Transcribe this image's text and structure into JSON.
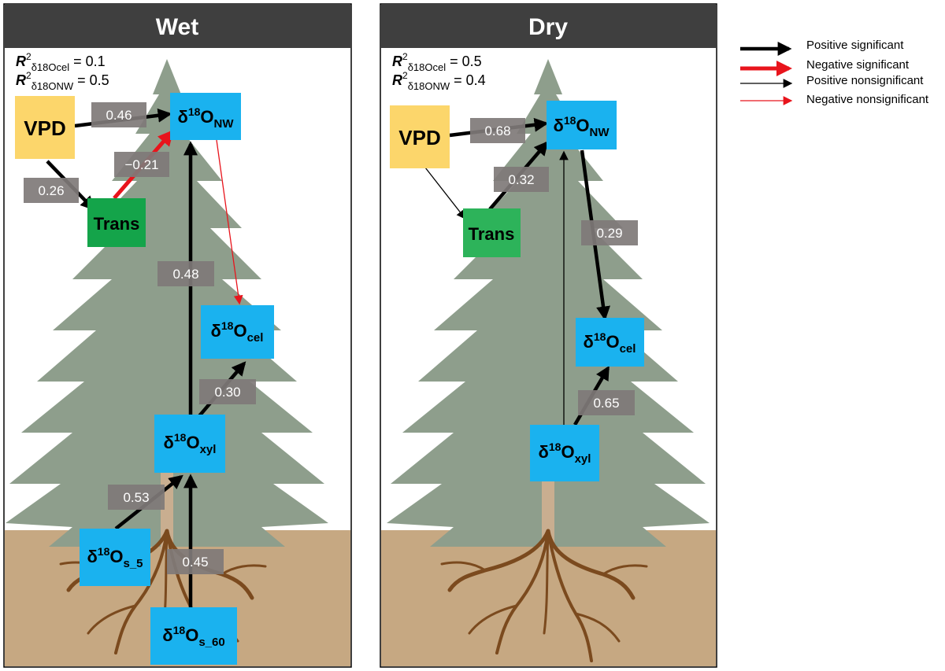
{
  "panels": {
    "wet": {
      "title": "Wet",
      "r2": [
        {
          "letter": "R",
          "sup": "2",
          "sub": "δ18Ocel",
          "value": " = 0.1"
        },
        {
          "letter": "R",
          "sup": "2",
          "sub": "δ18ONW",
          "value": " = 0.5"
        }
      ],
      "boxes": {
        "vpd": "VPD",
        "trans": "Trans",
        "nw": {
          "main": "δ",
          "sup": "18",
          "base": "O",
          "sub": "NW"
        },
        "cel": {
          "main": "δ",
          "sup": "18",
          "base": "O",
          "sub": "cel"
        },
        "xyl": {
          "main": "δ",
          "sup": "18",
          "base": "O",
          "sub": "xyl"
        },
        "s5": {
          "main": "δ",
          "sup": "18",
          "base": "O",
          "sub": "s_5"
        },
        "s60": {
          "main": "δ",
          "sup": "18",
          "base": "O",
          "sub": "s_60"
        }
      },
      "coefficients": {
        "vpd_nw": "0.46",
        "trans_nw": "−0.21",
        "vpd_trans": "0.26",
        "xyl_nw": "0.48",
        "xyl_cel": "0.30",
        "s5_xyl": "0.53",
        "s60_xyl": "0.45"
      }
    },
    "dry": {
      "title": "Dry",
      "r2": [
        {
          "letter": "R",
          "sup": "2",
          "sub": "δ18Ocel",
          "value": " = 0.5"
        },
        {
          "letter": "R",
          "sup": "2",
          "sub": "δ18ONW",
          "value": " = 0.4"
        }
      ],
      "boxes": {
        "vpd": "VPD",
        "trans": "Trans",
        "nw": {
          "main": "δ",
          "sup": "18",
          "base": "O",
          "sub": "NW"
        },
        "cel": {
          "main": "δ",
          "sup": "18",
          "base": "O",
          "sub": "cel"
        },
        "xyl": {
          "main": "δ",
          "sup": "18",
          "base": "O",
          "sub": "xyl"
        }
      },
      "coefficients": {
        "vpd_nw": "0.68",
        "trans_nw": "0.32",
        "nw_cel": "0.29",
        "xyl_cel": "0.65"
      }
    }
  },
  "legend": [
    {
      "label": "Positive significant",
      "color": "#000000",
      "style": "thick"
    },
    {
      "label": "Negative significant",
      "color": "#e8141c",
      "style": "thick"
    },
    {
      "label": "Positive nonsignificant",
      "color": "#000000",
      "style": "thin"
    },
    {
      "label": "Negative nonsignificant",
      "color": "#e8141c",
      "style": "thin"
    }
  ],
  "colors": {
    "header": "#3f3f3f",
    "soil": "#c6a882",
    "vpd": "#fcd66b",
    "trans_wet": "#14a44a",
    "trans_dry": "#2db35a",
    "isotope_box": "#1ab2ef",
    "coef_box": "#7f7a78",
    "tree": "#8e9e8c",
    "trunk": "#c9ae90",
    "root": "#7b4a1e",
    "negative": "#e8141c"
  }
}
